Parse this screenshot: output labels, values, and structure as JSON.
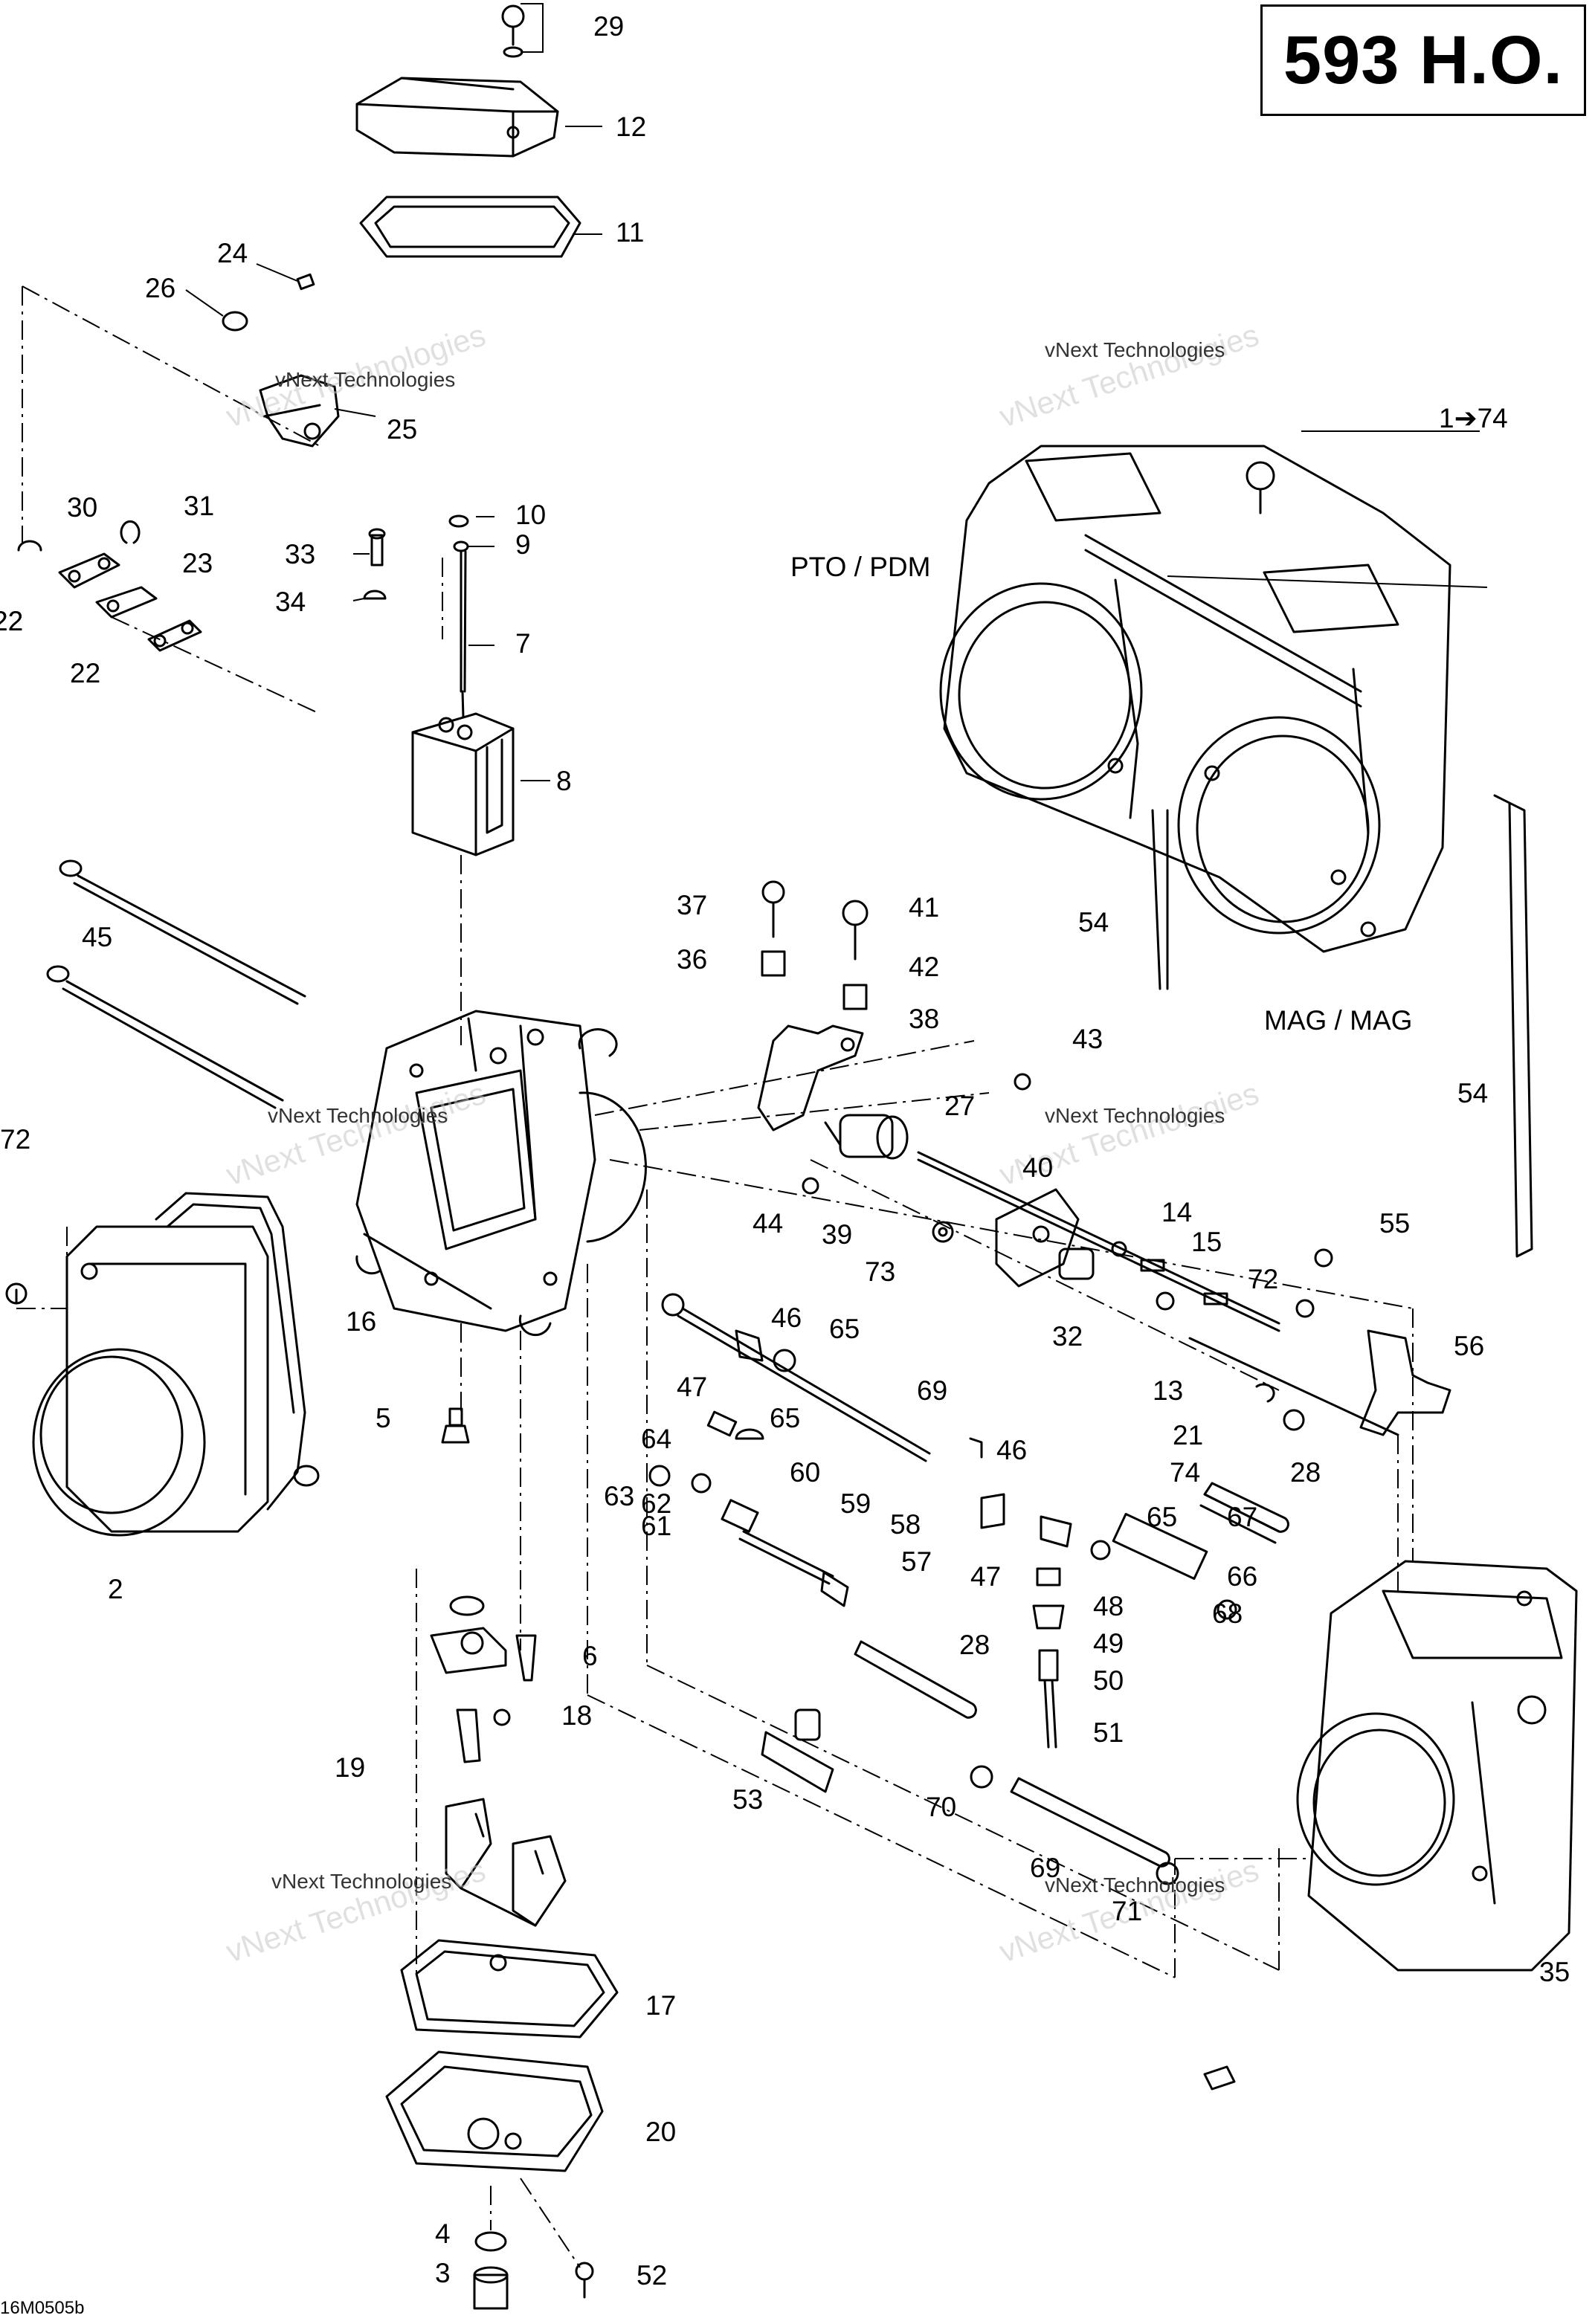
{
  "title": "593 H.O.",
  "drawing_code": "16M0505b",
  "section_labels": {
    "pto": "PTO / PDM",
    "mag": "MAG / MAG"
  },
  "watermark": {
    "small": "vNext Technologies",
    "large": "vNext Technologies"
  },
  "callouts": [
    "1➔74",
    "2",
    "3",
    "4",
    "5",
    "6",
    "7",
    "8",
    "9",
    "10",
    "11",
    "12",
    "13",
    "14",
    "15",
    "16",
    "17",
    "18",
    "19",
    "20",
    "21",
    "22",
    "22",
    "22",
    "23",
    "24",
    "25",
    "26",
    "27",
    "28",
    "28",
    "29",
    "30",
    "31",
    "32",
    "33",
    "34",
    "35",
    "36",
    "37",
    "38",
    "39",
    "40",
    "41",
    "42",
    "43",
    "44",
    "45",
    "46",
    "46",
    "47",
    "47",
    "48",
    "49",
    "50",
    "51",
    "52",
    "53",
    "54",
    "54",
    "55",
    "56",
    "57",
    "58",
    "59",
    "60",
    "61",
    "62",
    "63",
    "64",
    "65",
    "65",
    "65",
    "66",
    "67",
    "68",
    "69",
    "69",
    "70",
    "71",
    "72",
    "72",
    "73",
    "74"
  ]
}
